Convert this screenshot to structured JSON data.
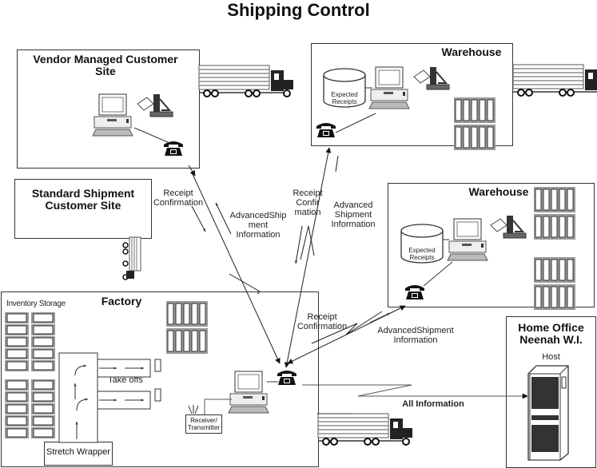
{
  "title": "Shipping Control",
  "sites": {
    "vendor": {
      "title": "Vendor Managed Customer Site"
    },
    "standard": {
      "title_line1": "Standard Shipment",
      "title_line2": "Customer Site"
    },
    "warehouse1": {
      "title": "Warehouse",
      "database_line1": "Expected",
      "database_line2": "Receipts"
    },
    "warehouse2": {
      "title": "Warehouse",
      "database_line1": "Expected",
      "database_line2": "Receipts"
    },
    "factory": {
      "title": "Factory",
      "inventory_label": "Inventory Storage",
      "takeoffs_label": "Take offs",
      "stretch_wrapper_label": "Stretch Wrapper",
      "receiver_line1": "Receiver/",
      "receiver_line2": "Transmitter"
    },
    "home_office": {
      "title_line1": "Home Office",
      "title_line2": "Neenah W.I.",
      "host_label": "Host"
    }
  },
  "flows": {
    "vendor_receipt": {
      "line1": "Receipt",
      "line2": "Confirmation"
    },
    "vendor_asn": {
      "line1": "AdvancedShip",
      "line2": "ment",
      "line3": "Information"
    },
    "wh1_receipt": {
      "line1": "Receipt",
      "line2": "Confir",
      "line3": "mation"
    },
    "wh1_asn": {
      "line1": "Advanced",
      "line2": "Shipment",
      "line3": "Information"
    },
    "wh2_receipt": {
      "line1": "Receipt",
      "line2": "Confirmation"
    },
    "wh2_asn": {
      "line1": "AdvancedShipment",
      "line2": "Information"
    },
    "host_all": {
      "label": "All Information"
    }
  }
}
